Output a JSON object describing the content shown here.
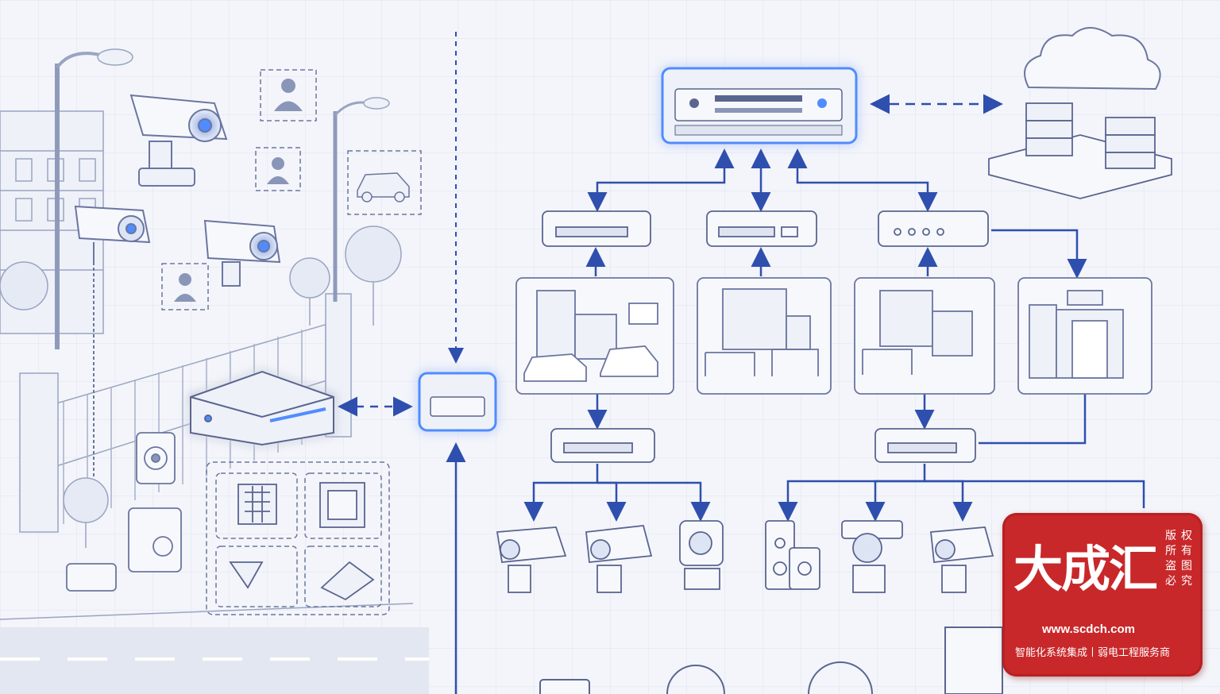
{
  "watermark": {
    "brand": "大成汇",
    "side_text": "版权所有 盗图必究",
    "url": "www.scdch.com",
    "tagline": "智能化系统集成丨弱电工程服务商"
  },
  "colors": {
    "line": "#2f4fae",
    "sketch": "#8a96b8",
    "glow": "#4f8cff",
    "stamp": "#c8282a",
    "background": "#f3f5fa"
  },
  "icons": [
    "cctv-camera-icon",
    "dome-camera-icon",
    "network-switch-icon",
    "nvr-icon",
    "cloud-icon",
    "server-icon",
    "building-icon",
    "car-icon",
    "person-icon",
    "chip-icon",
    "street-lamp-icon",
    "speaker-icon"
  ]
}
